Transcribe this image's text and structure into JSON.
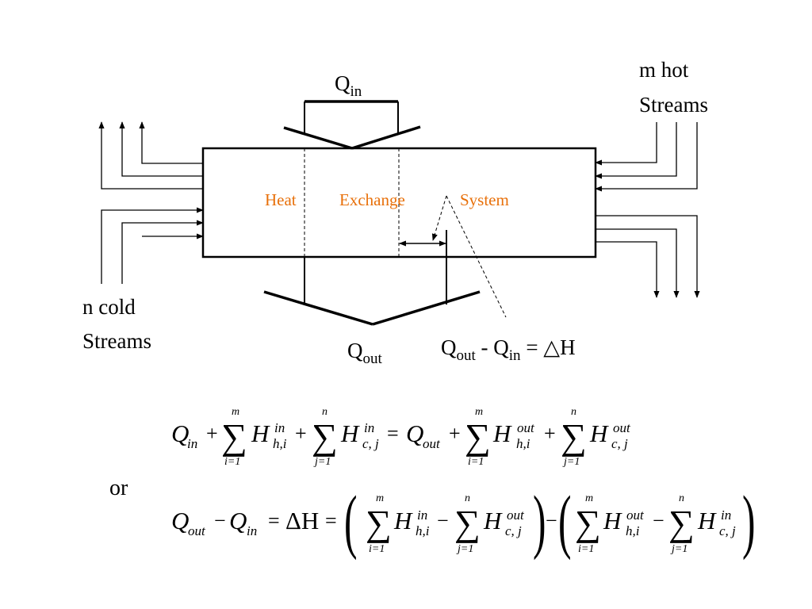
{
  "labels": {
    "q_in": {
      "main": "Q",
      "sub": "in"
    },
    "q_out": {
      "main": "Q",
      "sub": "out"
    },
    "hot_streams": [
      "m hot",
      "Streams"
    ],
    "cold_streams": [
      "n cold",
      "Streams"
    ],
    "system_words": [
      "Heat",
      "Exchange",
      "System"
    ],
    "balance": {
      "q1": "Q",
      "s1": "out",
      "minus": " - ",
      "q2": "Q",
      "s2": "in",
      "eq": " = ",
      "tri": "△",
      "h": "H"
    }
  },
  "equation1": {
    "Q": "Q",
    "in": "in",
    "out": "out",
    "H": "H",
    "plus": "+",
    "equals": "=",
    "sum": "∑",
    "m": "m",
    "n": "n",
    "i1": "i=1",
    "j1": "j=1",
    "hi": "h,i",
    "cj": "c, j"
  },
  "or_word": "or",
  "equation2": {
    "Q": "Q",
    "out": "out",
    "in": "in",
    "minus": "−",
    "equals": "=",
    "delta": "ΔH",
    "H": "H",
    "sum": "∑",
    "m": "m",
    "n": "n",
    "i1": "i=1",
    "j1": "j=1",
    "hi": "h,i",
    "cj": "c, j",
    "lparen": "(",
    "rparen": ")"
  },
  "colors": {
    "system_text": "#e8700a",
    "ink": "#000000"
  }
}
